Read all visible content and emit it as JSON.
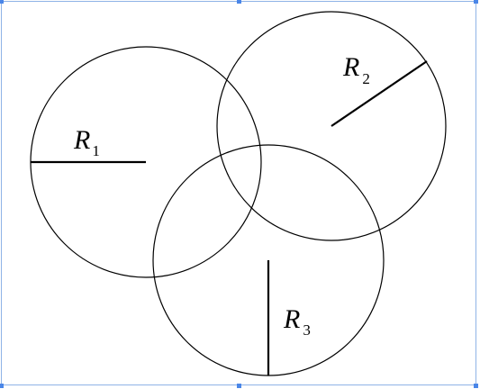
{
  "diagram": {
    "labels": [
      {
        "main": "R",
        "sub": "1"
      },
      {
        "main": "R",
        "sub": "2"
      },
      {
        "main": "R",
        "sub": "3"
      }
    ]
  },
  "colors": {
    "stroke": "#000000",
    "selection": "#4a86e8"
  }
}
